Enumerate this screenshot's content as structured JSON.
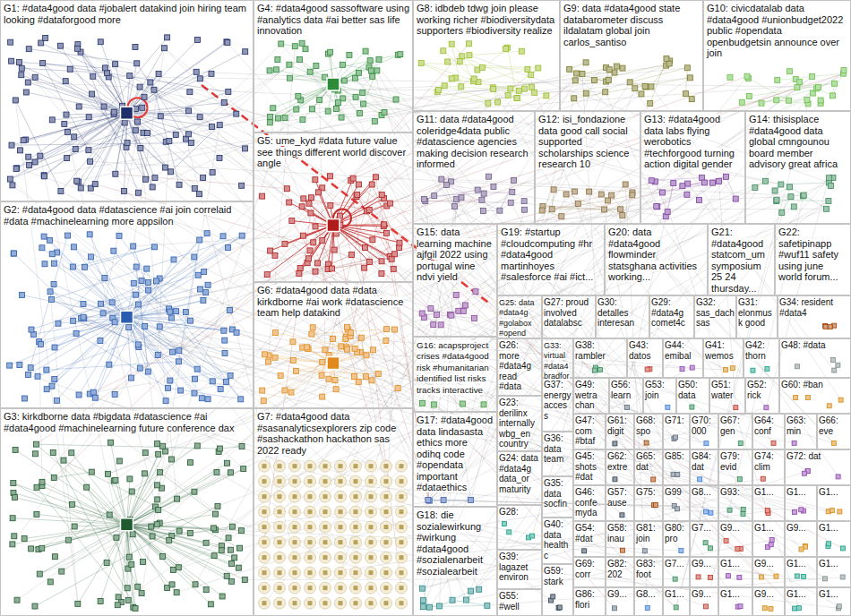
{
  "diagram": {
    "nodes": [
      {
        "text": [
          "G1: #data4good data #jobalert datakind join hiring team looking #dataforgood more"
        ]
      },
      {
        "text": [
          "G2: #data4good data #datascience #ai join correlaid #data #machinelearning more appsilon"
        ]
      },
      {
        "text": [
          "G3: kirkdborne data #bigdata #datascience #ai #data4good #machinelearning future conference dax"
        ]
      },
      {
        "text": [
          "G4: #data4good sassoftware using #analytics data #ai better sas life innovation"
        ]
      },
      {
        "text": [
          "G5: ume_kyd #data future value see things different world discover angle"
        ]
      },
      {
        "text": [
          "G6: #data4good data #data kirkdborne #ai work #datascience team help datakind"
        ]
      },
      {
        "text": [
          "G7: #data4good data #sasanalyticsexplorers zip code #sashackathon hackathon sas 2022 ready"
        ]
      },
      {
        "text": [
          "G8: idbdeb tdwg join please working richer #biodiversitydata supporters #biodiversity realize"
        ]
      },
      {
        "text": [
          "G9: data #data4good state databarometer discuss ildalatam global join carlos_santiso"
        ]
      },
      {
        "text": [
          "G10: civicdatalab data #data4good #unionbudget2022 public #opendata openbudgetsin announce over join"
        ]
      },
      {
        "text": [
          "G11: data #data4good coleridge4data public #datascience agencies making decision research informed"
        ]
      },
      {
        "text": [
          "G12: isi_fondazione data good call social supported scholarships science research 10"
        ]
      },
      {
        "text": [
          "G13: #data4good data labs flying werobotics #techforgood turning action digital gender"
        ]
      },
      {
        "text": [
          "G14: thisisplace #data4good data global cmngounou board member advisory great africa"
        ]
      },
      {
        "text": [
          "G15: data learning machine ajfgil 2022 using portugal wine ndvi yield"
        ]
      },
      {
        "text": [
          "G16: acapsproject crises #data4good risk #humanitarian identified list risks tracks interactive"
        ]
      },
      {
        "text": [
          "G17: #data4good data lindasasta ethics more odihq code #opendata important #dataethics"
        ]
      },
      {
        "text": [
          "G18: die sozialewirkung #wirkung #data4good #sozialenarbeit #sozialearbeit"
        ]
      },
      {
        "text": [
          "G19: #startup #cloudcomputing #hr #data4good martinhoyes #salesforce #ai #ict..."
        ]
      },
      {
        "text": [
          "G20: data #data4good flowminder statsghana activities working..."
        ]
      },
      {
        "text": [
          "G21: #data4good statcom_um symposium 25 24 thursday..."
        ]
      },
      {
        "text": [
          "G22: safetipinapp #wuf11 safety using june world forum..."
        ]
      },
      {
        "text": [
          "G25: data #data4g #golabox #opend"
        ]
      },
      {
        "text": [
          "G27: proud involved datalabsc"
        ]
      },
      {
        "text": [
          "G30: detalles interesan"
        ]
      },
      {
        "text": [
          "G29: #data4g comet4c"
        ]
      },
      {
        "text": [
          "G32: sas_dach sas"
        ]
      },
      {
        "text": [
          "G31: elonmusk good"
        ]
      },
      {
        "text": [
          "G34: resident #data4"
        ]
      },
      {
        "text": [
          "G26: more #data4g read #data"
        ]
      },
      {
        "text": [
          "G33: virtual #data4 bradfor"
        ]
      },
      {
        "text": [
          "G38: rambler"
        ]
      },
      {
        "text": [
          "G43: datos"
        ]
      },
      {
        "text": [
          "G44: emibal"
        ]
      },
      {
        "text": [
          "G41: wemos"
        ]
      },
      {
        "text": [
          "G42: thorn"
        ]
      },
      {
        "text": [
          "G48: #data"
        ]
      },
      {
        "text": [
          "G37: energy access"
        ]
      },
      {
        "text": [
          "G49: wetra chan"
        ]
      },
      {
        "text": [
          "G56: learn"
        ]
      },
      {
        "text": [
          "G53: join"
        ]
      },
      {
        "text": [
          "G50: data"
        ]
      },
      {
        "text": [
          "G51: water"
        ]
      },
      {
        "text": [
          "G52: rick"
        ]
      },
      {
        "text": [
          "G60: #ban"
        ]
      },
      {
        "text": [
          "G23: derilinx internally wbg_en country"
        ]
      },
      {
        "text": [
          "G47: com #btaf"
        ]
      },
      {
        "text": [
          "G61: digit"
        ]
      },
      {
        "text": [
          "G68: spo"
        ]
      },
      {
        "text": [
          "G71:"
        ]
      },
      {
        "text": [
          "G70: 000"
        ]
      },
      {
        "text": [
          "G67: gen"
        ]
      },
      {
        "text": [
          "G64: conf"
        ]
      },
      {
        "text": [
          "G63: min"
        ]
      },
      {
        "text": [
          "G66: eve"
        ]
      },
      {
        "text": [
          "G36: data team"
        ]
      },
      {
        "text": [
          "G45: shots #dat"
        ]
      },
      {
        "text": [
          "G62: extre"
        ]
      },
      {
        "text": [
          "G65: dat"
        ]
      },
      {
        "text": [
          "G85:"
        ]
      },
      {
        "text": [
          "G84: dat"
        ]
      },
      {
        "text": [
          "G79: evid"
        ]
      },
      {
        "text": [
          "G74: clim"
        ]
      },
      {
        "text": [
          "G72: dat"
        ]
      },
      {
        "text": [
          "G24: data #data4g data_or maturity"
        ]
      },
      {
        "text": [
          "G35: data socfin"
        ]
      },
      {
        "text": [
          "G46: confe myda"
        ]
      },
      {
        "text": [
          "G57: ause"
        ]
      },
      {
        "text": [
          "G75:"
        ]
      },
      {
        "text": [
          "G99"
        ]
      },
      {
        "text": [
          "G8..."
        ]
      },
      {
        "text": [
          "G93:"
        ]
      },
      {
        "text": [
          "G1..."
        ]
      },
      {
        "text": [
          "G1..."
        ]
      },
      {
        "text": [
          "G1..."
        ]
      },
      {
        "text": [
          "G28:"
        ]
      },
      {
        "text": [
          "G40: data healthc"
        ]
      },
      {
        "text": [
          "G54: #dat"
        ]
      },
      {
        "text": [
          "G58: inau"
        ]
      },
      {
        "text": [
          "G81: join"
        ]
      },
      {
        "text": [
          "G80: pro"
        ]
      },
      {
        "text": [
          "G7..."
        ]
      },
      {
        "text": [
          "G9..."
        ]
      },
      {
        "text": [
          "G1..."
        ]
      },
      {
        "text": [
          "G9..."
        ]
      },
      {
        "text": [
          "G1..."
        ]
      },
      {
        "text": [
          "G39: lagazet environ"
        ]
      },
      {
        "text": [
          "G59: stark"
        ]
      },
      {
        "text": [
          "G69: corr"
        ]
      },
      {
        "text": [
          "G82: 202"
        ]
      },
      {
        "text": [
          "G83: foot"
        ]
      },
      {
        "text": [
          "G7..."
        ]
      },
      {
        "text": [
          "G9..."
        ]
      },
      {
        "text": [
          "G1..."
        ]
      },
      {
        "text": [
          "G9..."
        ]
      },
      {
        "text": [
          "G1..."
        ]
      },
      {
        "text": [
          "G1..."
        ]
      },
      {
        "text": [
          "G55: #well"
        ]
      },
      {
        "text": [
          "G86: flori"
        ]
      },
      {
        "text": [
          "G9..."
        ]
      },
      {
        "text": [
          "G8..."
        ]
      },
      {
        "text": [
          "G1..."
        ]
      },
      {
        "text": [
          "G9..."
        ]
      },
      {
        "text": [
          "G1..."
        ]
      },
      {
        "text": [
          "G9..."
        ]
      },
      {
        "text": [
          "G1..."
        ]
      },
      {
        "text": [
          "G1..."
        ]
      }
    ]
  }
}
